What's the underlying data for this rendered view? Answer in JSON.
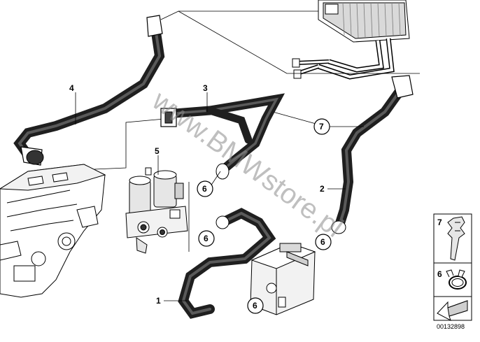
{
  "callouts": {
    "hose_4": "4",
    "hose_3": "3",
    "valve_5": "5",
    "hose_2": "2",
    "hose_1": "1",
    "clip_7": "7",
    "clamp_6a": "6",
    "clamp_6b": "6",
    "clamp_6c": "6",
    "clamp_6d": "6"
  },
  "legend": {
    "clip_label": "7",
    "clamp_label": "6"
  },
  "watermark": "www.BMWstore.pl",
  "reference_number": "00132898",
  "icons": {
    "engine": "engine-block-icon",
    "heater_core": "heater-core-icon",
    "valve": "water-valve-icon",
    "tank": "expansion-tank-icon",
    "clip": "hose-clip-icon",
    "clamp": "hose-clamp-icon",
    "arrow": "direction-arrow-icon"
  },
  "colors": {
    "hose": "#1f1f1f",
    "outline": "#000000",
    "part_fill": "#ffffff",
    "shade": "#cfcfcf",
    "watermark": "#8c8c8c"
  }
}
